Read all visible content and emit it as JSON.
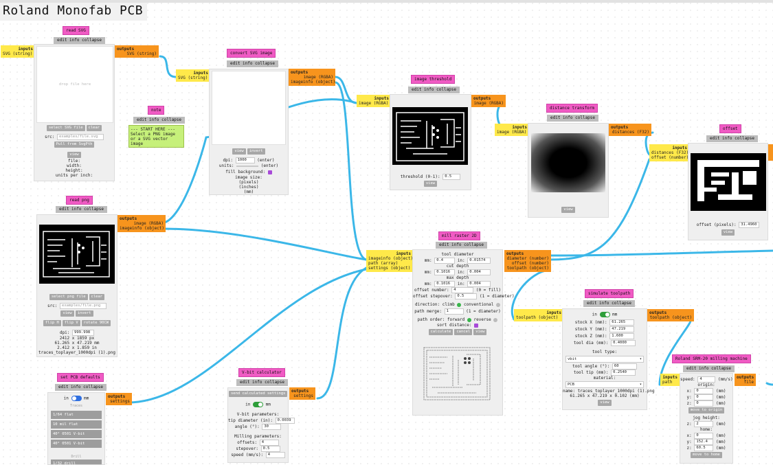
{
  "app_title": "Roland Monofab PCB",
  "common": {
    "module_buttons": "edit info collapse",
    "inputs": "inputs",
    "outputs": "outputs",
    "view": "view",
    "invert": "invert"
  },
  "read_svg": {
    "title": "read SVG",
    "in_svg": "SVG (string)",
    "out_svg": "SVG (string)",
    "drop": "drop file here",
    "select": "select SVG file",
    "clear": "clear",
    "src_label": "src:",
    "src_placeholder": "examples/file.svg",
    "pull": "Pull from SvgPth",
    "view": "view",
    "file": "file:",
    "width": "width:",
    "height": "height:",
    "units": "units per inch:"
  },
  "note": {
    "title": "note",
    "text": "--- START HERE ---\nSelect a PNG image or a SVG vector image"
  },
  "convert_svg": {
    "title": "convert SVG image",
    "in_svg": "SVG (string)",
    "out_image": "image (RGBA)",
    "out_info": "imageinfo (object)",
    "view": "view",
    "invert": "invert",
    "dpi_label": "dpi:",
    "dpi_value": "1000",
    "dpi_unit": "(enter)",
    "units_label": "units:",
    "units_unit": "(enter)",
    "fill_bg": "fill background:",
    "size": "image size:",
    "pixels": "(pixels)",
    "inches": "(inches)",
    "mm": "(mm)"
  },
  "threshold": {
    "title": "image threshold",
    "in_image": "image (RGBA)",
    "out_image": "image (RGBA)",
    "label": "threshold (0-1):",
    "value": "0.5",
    "view": "view"
  },
  "distance": {
    "title": "distance transform",
    "in_image": "image (RGBA)",
    "out_dist": "distances (F32)",
    "view": "view"
  },
  "offset": {
    "title": "offset",
    "in_dist": "distances (F32)",
    "in_offset": "offset (number)",
    "label": "offset (pixels):",
    "value": "31.4960",
    "view": "view"
  },
  "read_png": {
    "title": "read png",
    "out_image": "image (RGBA)",
    "out_info": "imageinfo (object)",
    "select": "select png file",
    "clear": "clear",
    "src_label": "src:",
    "src_placeholder": "examples/file.png",
    "view": "view",
    "invert": "invert",
    "flip_h": "flip H",
    "flip_v": "flip V",
    "rotate": "rotate 90CW",
    "dpi_label": "dpi:",
    "dpi_value": "999.998",
    "px": "2412 x 1859 px",
    "mm": "61.265 x 47.219 mm",
    "in": "2.412 x 1.859 in",
    "filename": "traces_toplayer_1000dpi (1).png"
  },
  "mill": {
    "title": "mill raster 2D",
    "in1": "imageinfo (object)",
    "in2": "path (array)",
    "in3": "settings (object)",
    "out1": "diameter (number)",
    "out2": "offset (number)",
    "out3": "toolpath (object)",
    "tool_diameter": "tool diameter",
    "mm": "mm:",
    "in_label": "in:",
    "td_mm": "0.4",
    "td_in": "0.01574",
    "cut_depth": "cut depth",
    "cd_mm": "0.1016",
    "cd_in": "0.004",
    "max_depth": "max depth",
    "md_mm": "0.1016",
    "md_in": "0.004",
    "offset_number": "offset number:",
    "on_value": "4",
    "on_note": "(0 = fill)",
    "stepover": "offset stepover:",
    "so_value": "0.5",
    "so_note": "(1 = diameter)",
    "direction": "direction: climb",
    "conventional": "conventional",
    "path_merge": "path merge:",
    "pm_value": "1",
    "pm_note": "(1 = diameter)",
    "path_order": "path order: forward",
    "reverse": "reverse",
    "sort": "sort distance:",
    "calculate": "calculate",
    "cancel": "cancel",
    "view": "view"
  },
  "simulate": {
    "title": "simulate toolpath",
    "in1": "toolpath (object)",
    "out1": "toolpath (object)",
    "in_label": "in",
    "mm_label": "mm",
    "stock_x": "stock X (mm):",
    "sx": "61.265",
    "stock_y": "stock Y (mm):",
    "sy": "47.219",
    "stock_z": "stock Z (mm):",
    "sz": "1.600",
    "tool_dia": "tool dia (mm):",
    "tdv": "0.4000",
    "tool_type": "tool type:",
    "tool_sel": "vbit",
    "tool_angle": "tool angle (°):",
    "ta": "60",
    "tool_tip": "tool tip (mm):",
    "tt": "0.2540",
    "material": "material:",
    "material_sel": "PCB",
    "name": "name: traces_toplayer_1000dpi (1).png",
    "dims": "61.265 x 47.219 x 0.102 (mm)",
    "view": "view"
  },
  "roland": {
    "title": "Roland SRM-20 milling machine",
    "in1": "path",
    "out1": "file",
    "speed_label": "speed:",
    "speed": "4",
    "speed_unit": "(mm/s)",
    "origin": "origin:",
    "x": "x:",
    "ox": "0",
    "y": "y:",
    "oy": "0",
    "z": "z:",
    "oz": "0",
    "unit": "(mm)",
    "move_origin": "move to origin",
    "jog": "jog height:",
    "jz": "2",
    "home": "home:",
    "hx": "0",
    "hy": "152.4",
    "hz": "60.5",
    "move_home": "move to home"
  },
  "pcb_defaults": {
    "title": "set PCB defaults",
    "out1": "settings",
    "in_label": "in",
    "mm_label": "mm",
    "traces": "Traces",
    "items": [
      "1/64 flat",
      "10 mil flat",
      "40° 0501 V-bit",
      "40° 0501 V-bit"
    ],
    "drill": "Drill",
    "drill_item": "1/32 drill"
  },
  "vbit": {
    "title": "V-bit calculator",
    "send": "send calculated settings",
    "out1": "settings",
    "in_label": "in",
    "mm_label": "mm",
    "params": "V-bit parameters:",
    "tip_label": "tip diameter (in):",
    "tip": "0.0039",
    "angle_label": "angle (°):",
    "angle": "30",
    "milling": "Milling parameters:",
    "offsets_label": "offsets:",
    "offsets": "4",
    "stepover_label": "stepover:",
    "stepover": "0.5",
    "speed_label": "speed (mm/s):",
    "speed": "4"
  },
  "colors": {
    "wire": "#3bb7e8",
    "title_bg": "#f05bc4",
    "inputs": "#ffe94a",
    "outputs": "#f7941d"
  }
}
